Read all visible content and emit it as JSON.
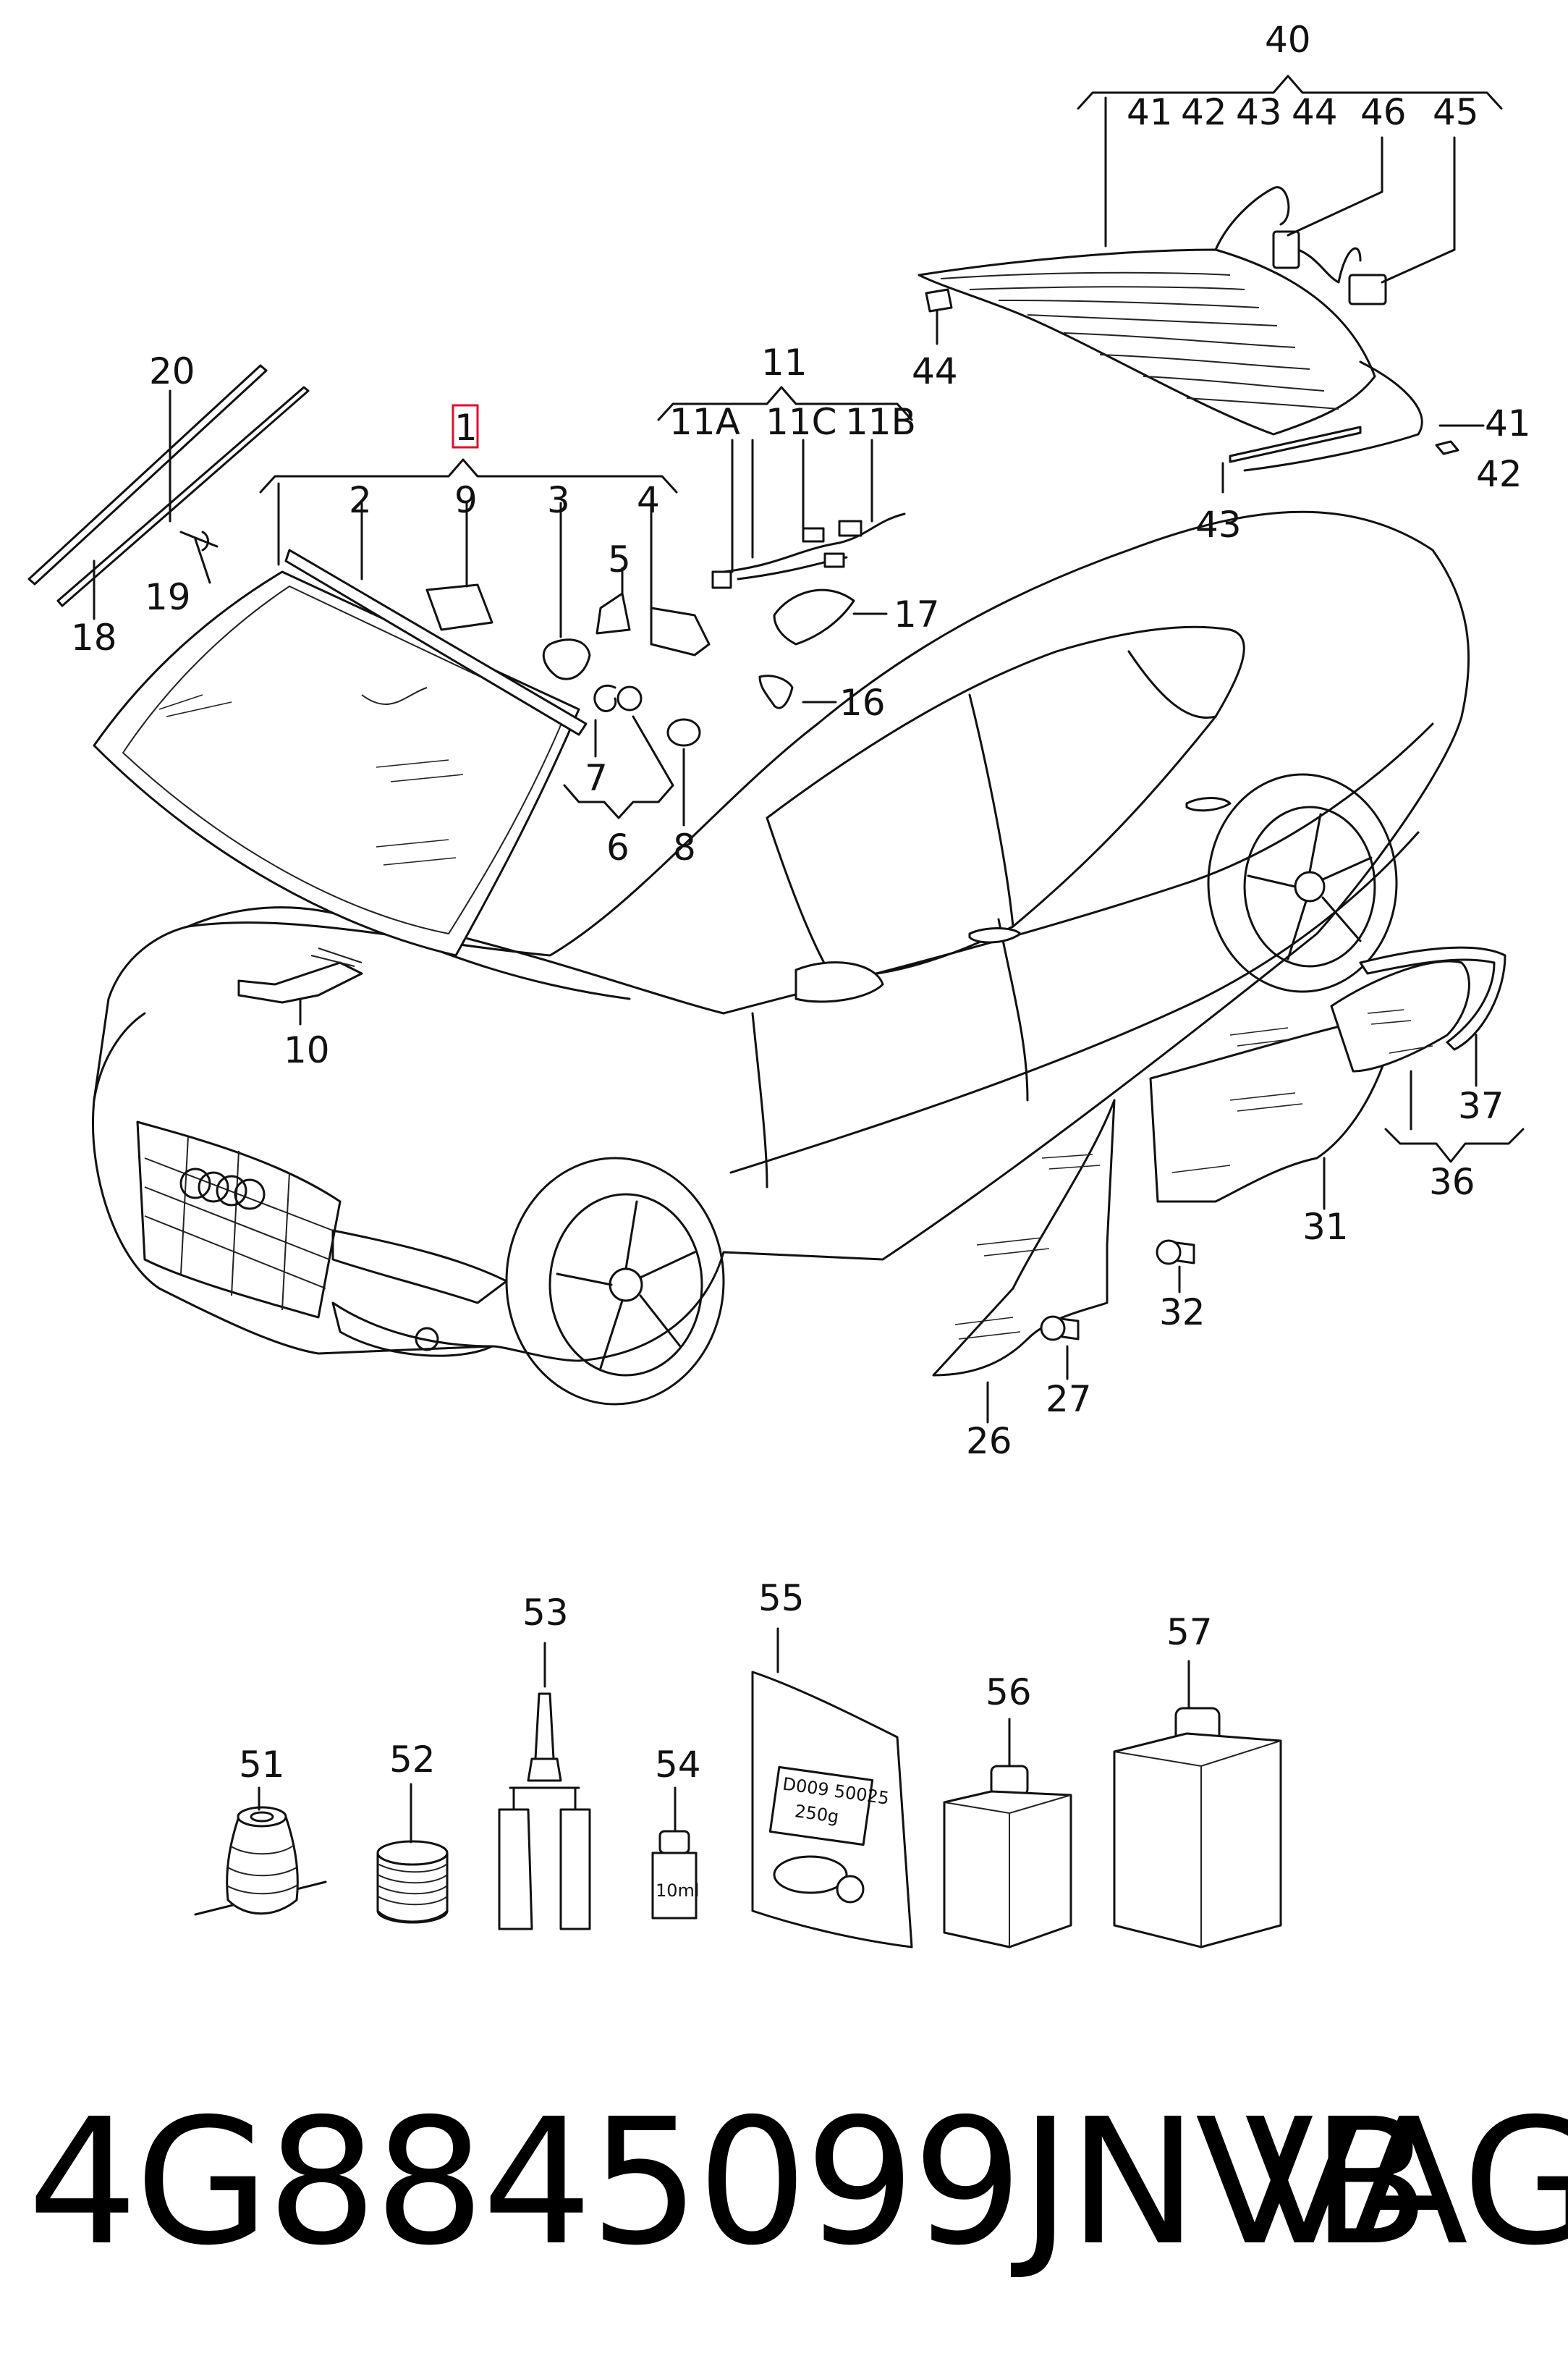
{
  "callouts": [
    {
      "id": "l40",
      "text": "40"
    },
    {
      "id": "l41",
      "text": "41"
    },
    {
      "id": "l42",
      "text": "42"
    },
    {
      "id": "l43",
      "text": "43"
    },
    {
      "id": "l44",
      "text": "44"
    },
    {
      "id": "l46",
      "text": "46"
    },
    {
      "id": "l45",
      "text": "45"
    },
    {
      "id": "l20",
      "text": "20"
    },
    {
      "id": "l11",
      "text": "11"
    },
    {
      "id": "l11a",
      "text": "11A"
    },
    {
      "id": "l11c",
      "text": "11C"
    },
    {
      "id": "l11b",
      "text": "11B"
    },
    {
      "id": "l44b",
      "text": "44"
    },
    {
      "id": "l41b",
      "text": "41"
    },
    {
      "id": "l42b",
      "text": "42"
    },
    {
      "id": "l43b",
      "text": "43"
    },
    {
      "id": "l1",
      "text": "1"
    },
    {
      "id": "l2",
      "text": "2"
    },
    {
      "id": "l9",
      "text": "9"
    },
    {
      "id": "l3",
      "text": "3"
    },
    {
      "id": "l4",
      "text": "4"
    },
    {
      "id": "l5",
      "text": "5"
    },
    {
      "id": "l19",
      "text": "19"
    },
    {
      "id": "l18",
      "text": "18"
    },
    {
      "id": "l17",
      "text": "17"
    },
    {
      "id": "l16",
      "text": "16"
    },
    {
      "id": "l7",
      "text": "7"
    },
    {
      "id": "l6",
      "text": "6"
    },
    {
      "id": "l8",
      "text": "8"
    },
    {
      "id": "l10",
      "text": "10"
    },
    {
      "id": "l37",
      "text": "37"
    },
    {
      "id": "l36",
      "text": "36"
    },
    {
      "id": "l31",
      "text": "31"
    },
    {
      "id": "l32",
      "text": "32"
    },
    {
      "id": "l27",
      "text": "27"
    },
    {
      "id": "l26",
      "text": "26"
    },
    {
      "id": "l53",
      "text": "53"
    },
    {
      "id": "l55",
      "text": "55"
    },
    {
      "id": "l57",
      "text": "57"
    },
    {
      "id": "l56",
      "text": "56"
    },
    {
      "id": "l51",
      "text": "51"
    },
    {
      "id": "l52",
      "text": "52"
    },
    {
      "id": "l54",
      "text": "54"
    }
  ],
  "package_labels": {
    "bag_code_line1": "D009 50025",
    "bag_code_line2": "250g",
    "bottle_volume": "10ml"
  },
  "footer": {
    "part_number": "4G8845099JNVB",
    "brand": "VAG"
  }
}
